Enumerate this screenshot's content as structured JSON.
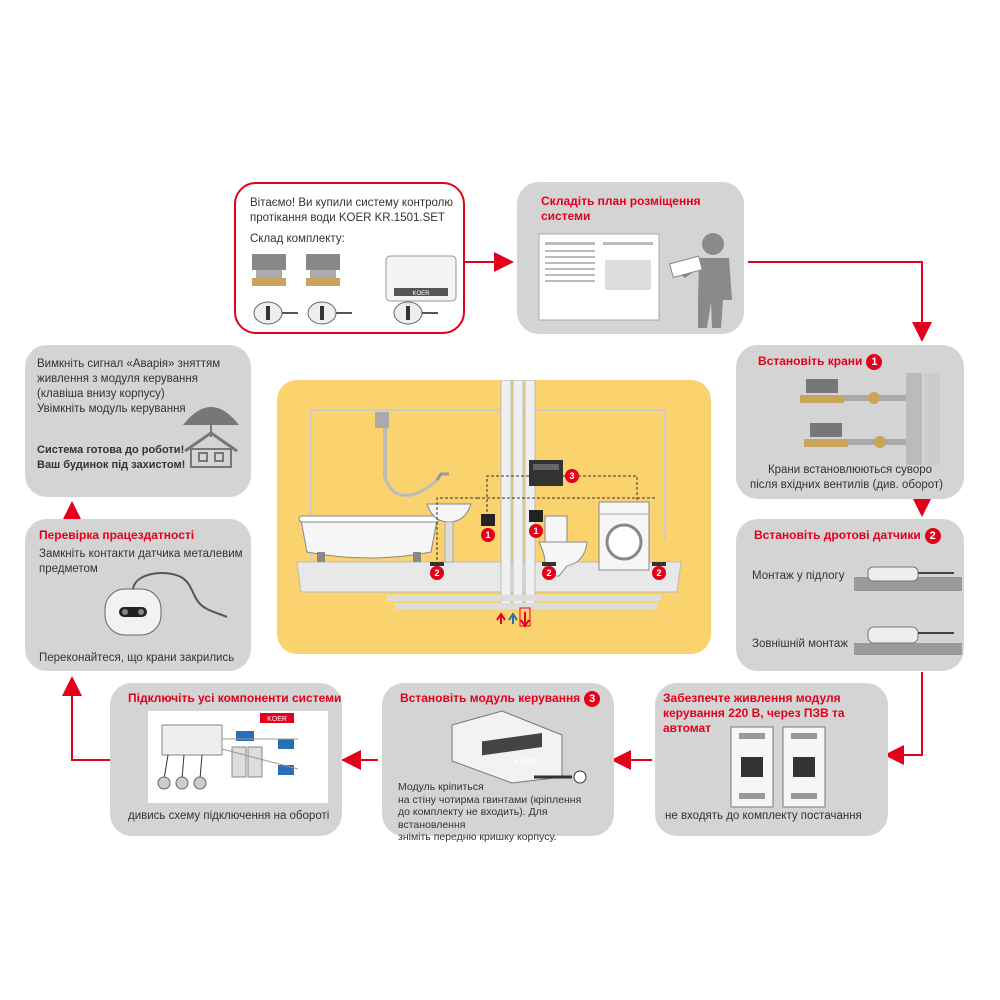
{
  "colors": {
    "accent": "#e2001a",
    "card": "#d4d4d4",
    "panel": "#fbd36e"
  },
  "intro": {
    "title_line1": "Вітаємо! Ви купили систему контролю",
    "title_line2": "протікання води KOER KR.1501.SET",
    "kit_label": "Склад комплекту:",
    "brand": "KOER"
  },
  "plan": {
    "title_line1": "Складіть план розміщення",
    "title_line2": "системи"
  },
  "step_valves": {
    "title": "Встановіть крани",
    "number": "1",
    "text_line1": "Крани встановлюються суворо",
    "text_line2": "після вхідних вентилів (див. оборот)"
  },
  "step_sensors": {
    "title": "Встановіть дротові датчики",
    "number": "2",
    "floor_label": "Монтаж у підлогу",
    "surface_label": "Зовнішній монтаж"
  },
  "step_power": {
    "title_line1": "Забезпечте живлення модуля",
    "title_line2": "керування 220 В, через ПЗВ та автомат",
    "note": "не входять до комплекту постачання"
  },
  "step_module": {
    "title": "Встановіть модуль керування",
    "number": "3",
    "text_line1": "Модуль кріпиться",
    "text_line2": "на стіну чотирма гвинтами (кріплення",
    "text_line3": "до комплекту не входить). Для встановлення",
    "text_line4": "зніміть передню кришку корпусу.",
    "brand": "KOER"
  },
  "step_connect": {
    "title": "Підключіть усі компоненти системи",
    "note": "дивись схему підключення на обороті",
    "brand": "KOER"
  },
  "step_check": {
    "title": "Перевірка працездатності",
    "text_line1": "Замкніть контакти датчика металевим",
    "text_line2": "предметом",
    "text_line3": "Переконайтеся, що крани закрились"
  },
  "final": {
    "text_line1": "Вимкніть сигнал «Аварія» зняттям",
    "text_line2": "живлення з модуля керування",
    "text_line3": "(клавіша внизу корпусу)",
    "text_line4": "Увімкніть модуль керування",
    "ready_line1": "Система готова до роботи!",
    "ready_line2": "Ваш будинок під захистом!"
  },
  "scheme": {
    "marker1": "1",
    "marker2": "2",
    "marker3": "3"
  }
}
